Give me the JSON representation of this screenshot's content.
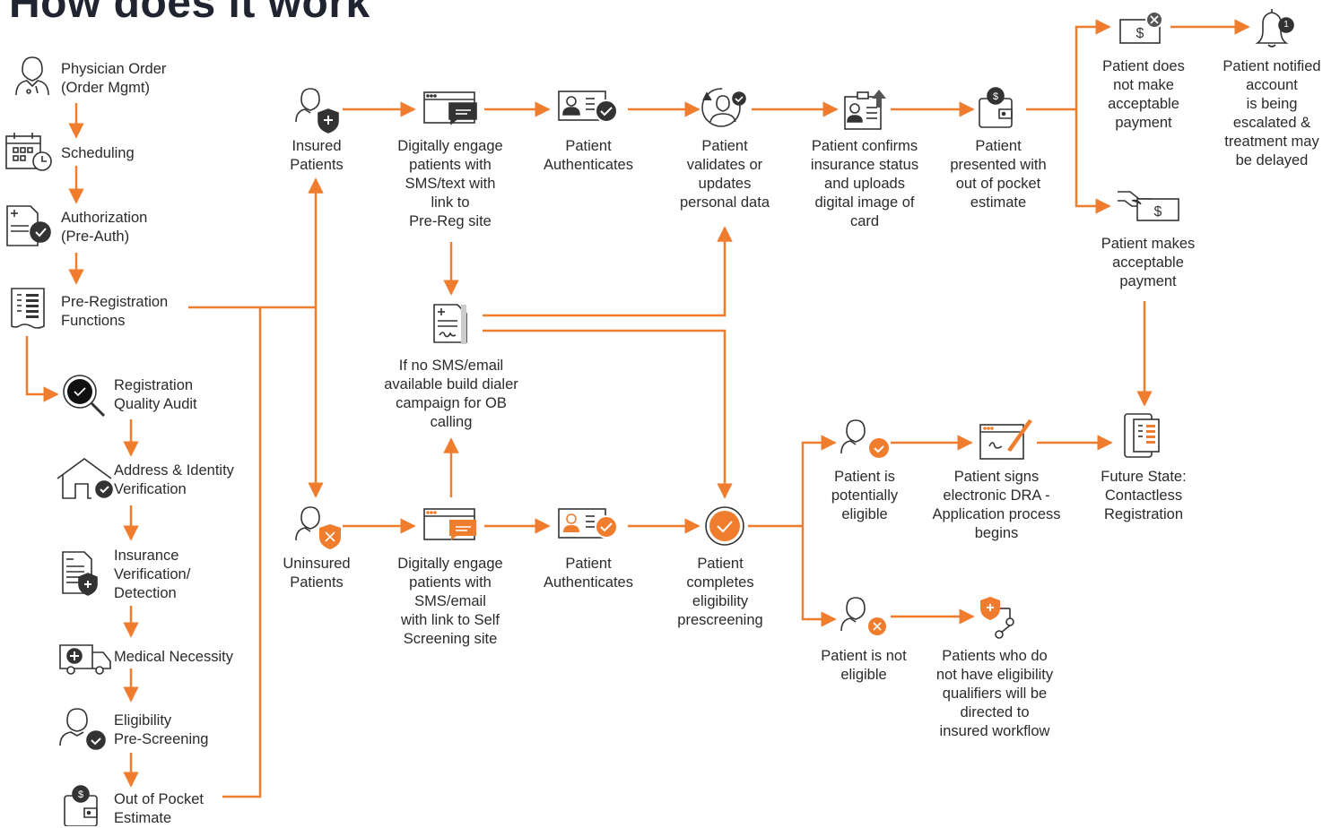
{
  "title": "How does it work",
  "accent_color": "#f07c2e",
  "icon_color": "#333333",
  "left_steps": {
    "physician_order": "Physician Order\n(Order Mgmt)",
    "scheduling": "Scheduling",
    "authorization": "Authorization\n(Pre-Auth)",
    "pre_registration": "Pre-Registration\nFunctions",
    "registration_audit": "Registration\nQuality Audit",
    "address_identity": "Address & Identity\nVerification",
    "insurance_verification": "Insurance\nVerification/\nDetection",
    "medical_necessity": "Medical Necessity",
    "eligibility_prescreening": "Eligibility\nPre-Screening",
    "out_of_pocket": "Out of Pocket\nEstimate"
  },
  "insured_flow": {
    "insured_patients": "Insured\nPatients",
    "digital_engage": "Digitally engage\npatients with\nSMS/text with\nlink to\nPre-Reg site",
    "authenticates": "Patient\nAuthenticates",
    "validates": "Patient\nvalidates or\nupdates\npersonal data",
    "confirms": "Patient confirms\ninsurance status\nand uploads\ndigital image of\ncard",
    "presented": "Patient\npresented with\nout of pocket\nestimate",
    "no_payment": "Patient does\nnot make\nacceptable\npayment",
    "notified": "Patient notified\naccount\nis being\nescalated &\ntreatment may\nbe delayed",
    "makes_payment": "Patient makes\nacceptable\npayment"
  },
  "dialer": {
    "text": "If no SMS/email\navailable build dialer\ncampaign for OB\ncalling"
  },
  "uninsured_flow": {
    "uninsured_patients": "Uninsured\nPatients",
    "digital_engage": "Digitally engage\npatients with\nSMS/email\nwith link to Self\nScreening site",
    "authenticates": "Patient\nAuthenticates",
    "completes": "Patient\ncompletes\neligibility\nprescreening",
    "potentially_eligible": "Patient is\npotentially\neligible",
    "signs_dra": "Patient signs\nelectronic DRA -\nApplication process\nbegins",
    "future_state": "Future State:\nContactless\nRegistration",
    "not_eligible": "Patient is not\neligible",
    "directed": "Patients who do\nnot have eligibility\nqualifiers will be\ndirected to\ninsured workflow"
  },
  "badges": {
    "notification_count": "1",
    "dollar": "$"
  }
}
